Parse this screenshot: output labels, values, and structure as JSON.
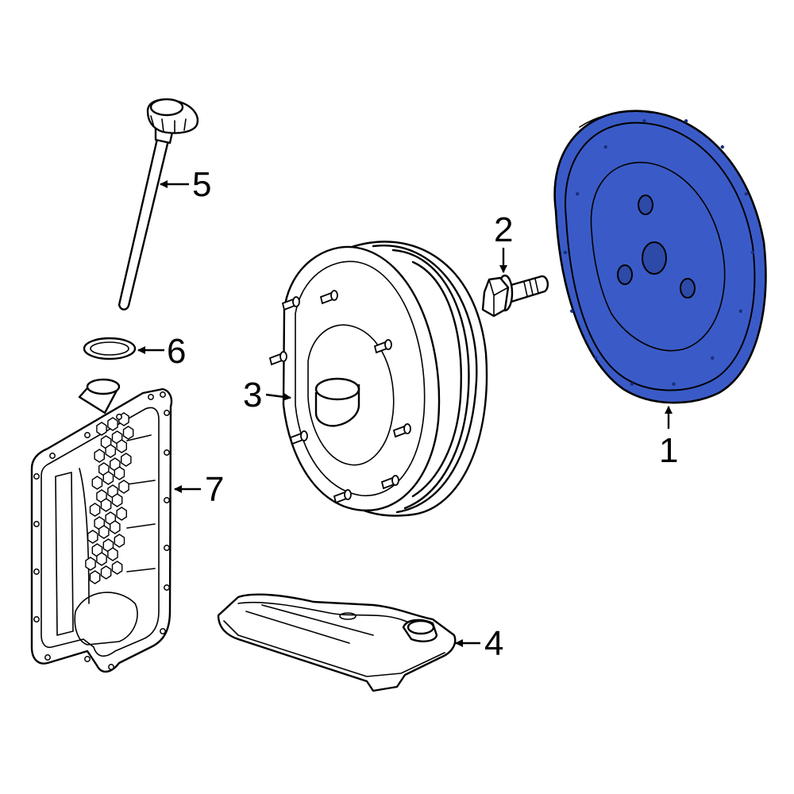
{
  "diagram": {
    "highlight_color": "#3a5bc7",
    "line_color": "#000000",
    "background": "#ffffff",
    "callouts": [
      {
        "id": "flexplate",
        "number": "1",
        "highlighted": true
      },
      {
        "id": "bolt",
        "number": "2",
        "highlighted": false
      },
      {
        "id": "torque-converter",
        "number": "3",
        "highlighted": false
      },
      {
        "id": "filter",
        "number": "4",
        "highlighted": false
      },
      {
        "id": "dipstick",
        "number": "5",
        "highlighted": false
      },
      {
        "id": "seal",
        "number": "6",
        "highlighted": false
      },
      {
        "id": "oil-pan",
        "number": "7",
        "highlighted": false
      }
    ]
  }
}
